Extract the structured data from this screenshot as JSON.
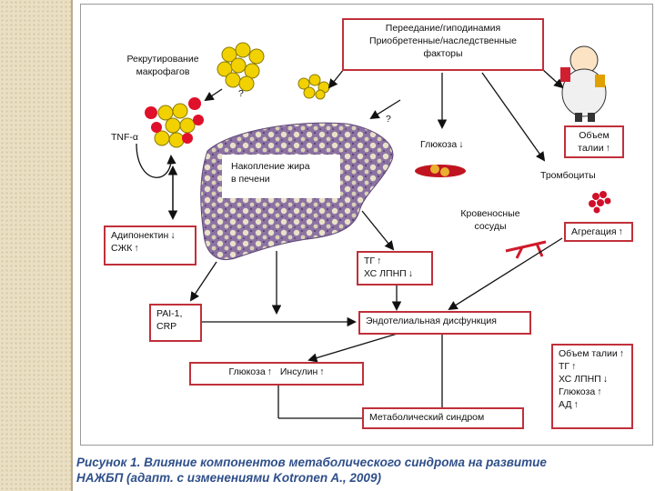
{
  "diagram": {
    "top_box": [
      "Переедание/гиподинамия",
      "Приобретенные/наследственные",
      "факторы"
    ],
    "recruitment": [
      "Рекрутирование",
      "макрофагов"
    ],
    "tnf": "TNF-α",
    "question_mark": "?",
    "waist_top": [
      "Объем",
      "талии"
    ],
    "glucose_down": "Глюкоза",
    "fat_liver": [
      "Накопление жира",
      "в печени"
    ],
    "platelets": "Тромбоциты",
    "vessels": [
      "Кровеносные",
      "сосуды"
    ],
    "aggregation": "Агрегация",
    "adiponectin": "Адипонектин",
    "ffa": "СЖК",
    "tg": "ТГ",
    "hdl": "ХС ЛПНП",
    "pai": [
      "PAI-1,",
      "CRP"
    ],
    "endothelial": "Эндотелиальная дисфункция",
    "glucose": "Глюкоза",
    "insulin": "Инсулин",
    "metabolic": "Метаболический синдром",
    "right_list": [
      "Объем талии",
      "ТГ",
      "ХС ЛПНП",
      "Глюкоза",
      "АД"
    ]
  },
  "caption": [
    "Рисунок 1. Влияние компонентов метаболического синдрома на развитие",
    "НАЖБП (адапт. с изменениями Kotronen A., 2009)"
  ],
  "colors": {
    "box_border": "#c0303a",
    "caption": "#2f4f8a",
    "liver": "#8a6f9e",
    "adipocyte": "#f2d100",
    "macrophage": "#e0102a"
  }
}
